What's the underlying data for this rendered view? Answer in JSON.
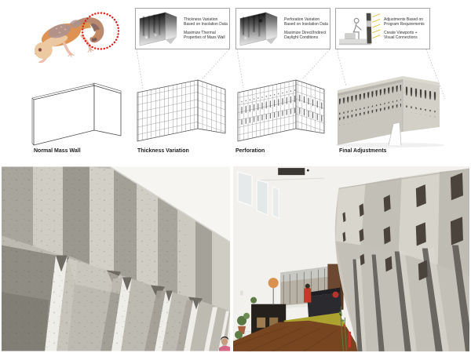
{
  "process_callouts": [
    {
      "title": "Thickness Variation Based on Insolation Data",
      "subtitle": "Maximize Thermal Properties of Mass Wall"
    },
    {
      "title": "Perforation Variation Based on Insolation Data",
      "subtitle": "Maximize Direct/Indirect Daylight Conditions"
    },
    {
      "title": "Adjustments Based on Program Requirements",
      "subtitle": "Create Viewports + Visual Connections"
    }
  ],
  "process_steps": [
    {
      "label": "Normal Mass Wall"
    },
    {
      "label": "Thickness Variation"
    },
    {
      "label": "Perforation"
    },
    {
      "label": "Final Adjustments"
    }
  ],
  "colors": {
    "accent_red": "#e01f1f",
    "ray_yellow": "#e3c23c",
    "concrete_light": "#d6d3cb",
    "concrete_mid": "#bdbab1",
    "rug_olive": "#aba22f",
    "wood_floor": "#77451f",
    "gecko_orange": "#df9352"
  }
}
